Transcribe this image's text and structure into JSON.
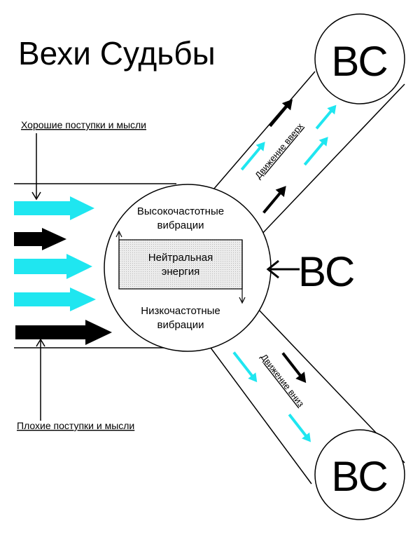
{
  "title": "Вехи Судьбы",
  "labels": {
    "good_deeds": "Хорошие поступки и мысли",
    "bad_deeds": "Плохие поступки и мысли",
    "high_vibrations_line1": "Высокочастотные",
    "high_vibrations_line2": "вибрации",
    "neutral_line1": "Нейтральная",
    "neutral_line2": "энергия",
    "low_vibrations_line1": "Низкочастотные",
    "low_vibrations_line2": "вибрации",
    "movement_up": "Движение вверх",
    "movement_down": "Движение вниз",
    "vs_top": "ВС",
    "vs_middle": "ВС",
    "vs_bottom": "ВС"
  },
  "colors": {
    "cyan": "#1fe6f0",
    "black": "#000000",
    "neutral_fill": "#e2e2e2"
  }
}
